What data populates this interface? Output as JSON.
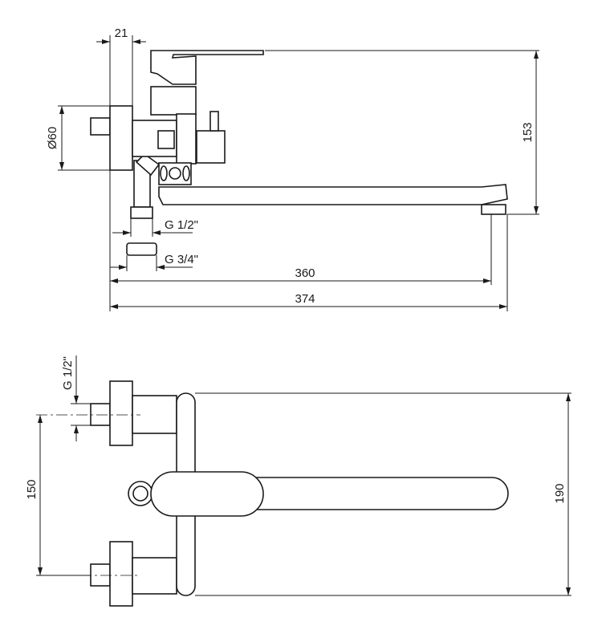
{
  "side_view": {
    "dims": {
      "plate_depth": "21",
      "plate_diameter": "Ø60",
      "height": "153",
      "inlet_thread": "G 1/2\"",
      "wall_thread": "G 3/4\"",
      "spout_reach": "360",
      "total_length": "374"
    }
  },
  "top_view": {
    "dims": {
      "inlet_thread": "G 1/2\"",
      "inlet_spacing": "150",
      "total_width": "190"
    }
  }
}
